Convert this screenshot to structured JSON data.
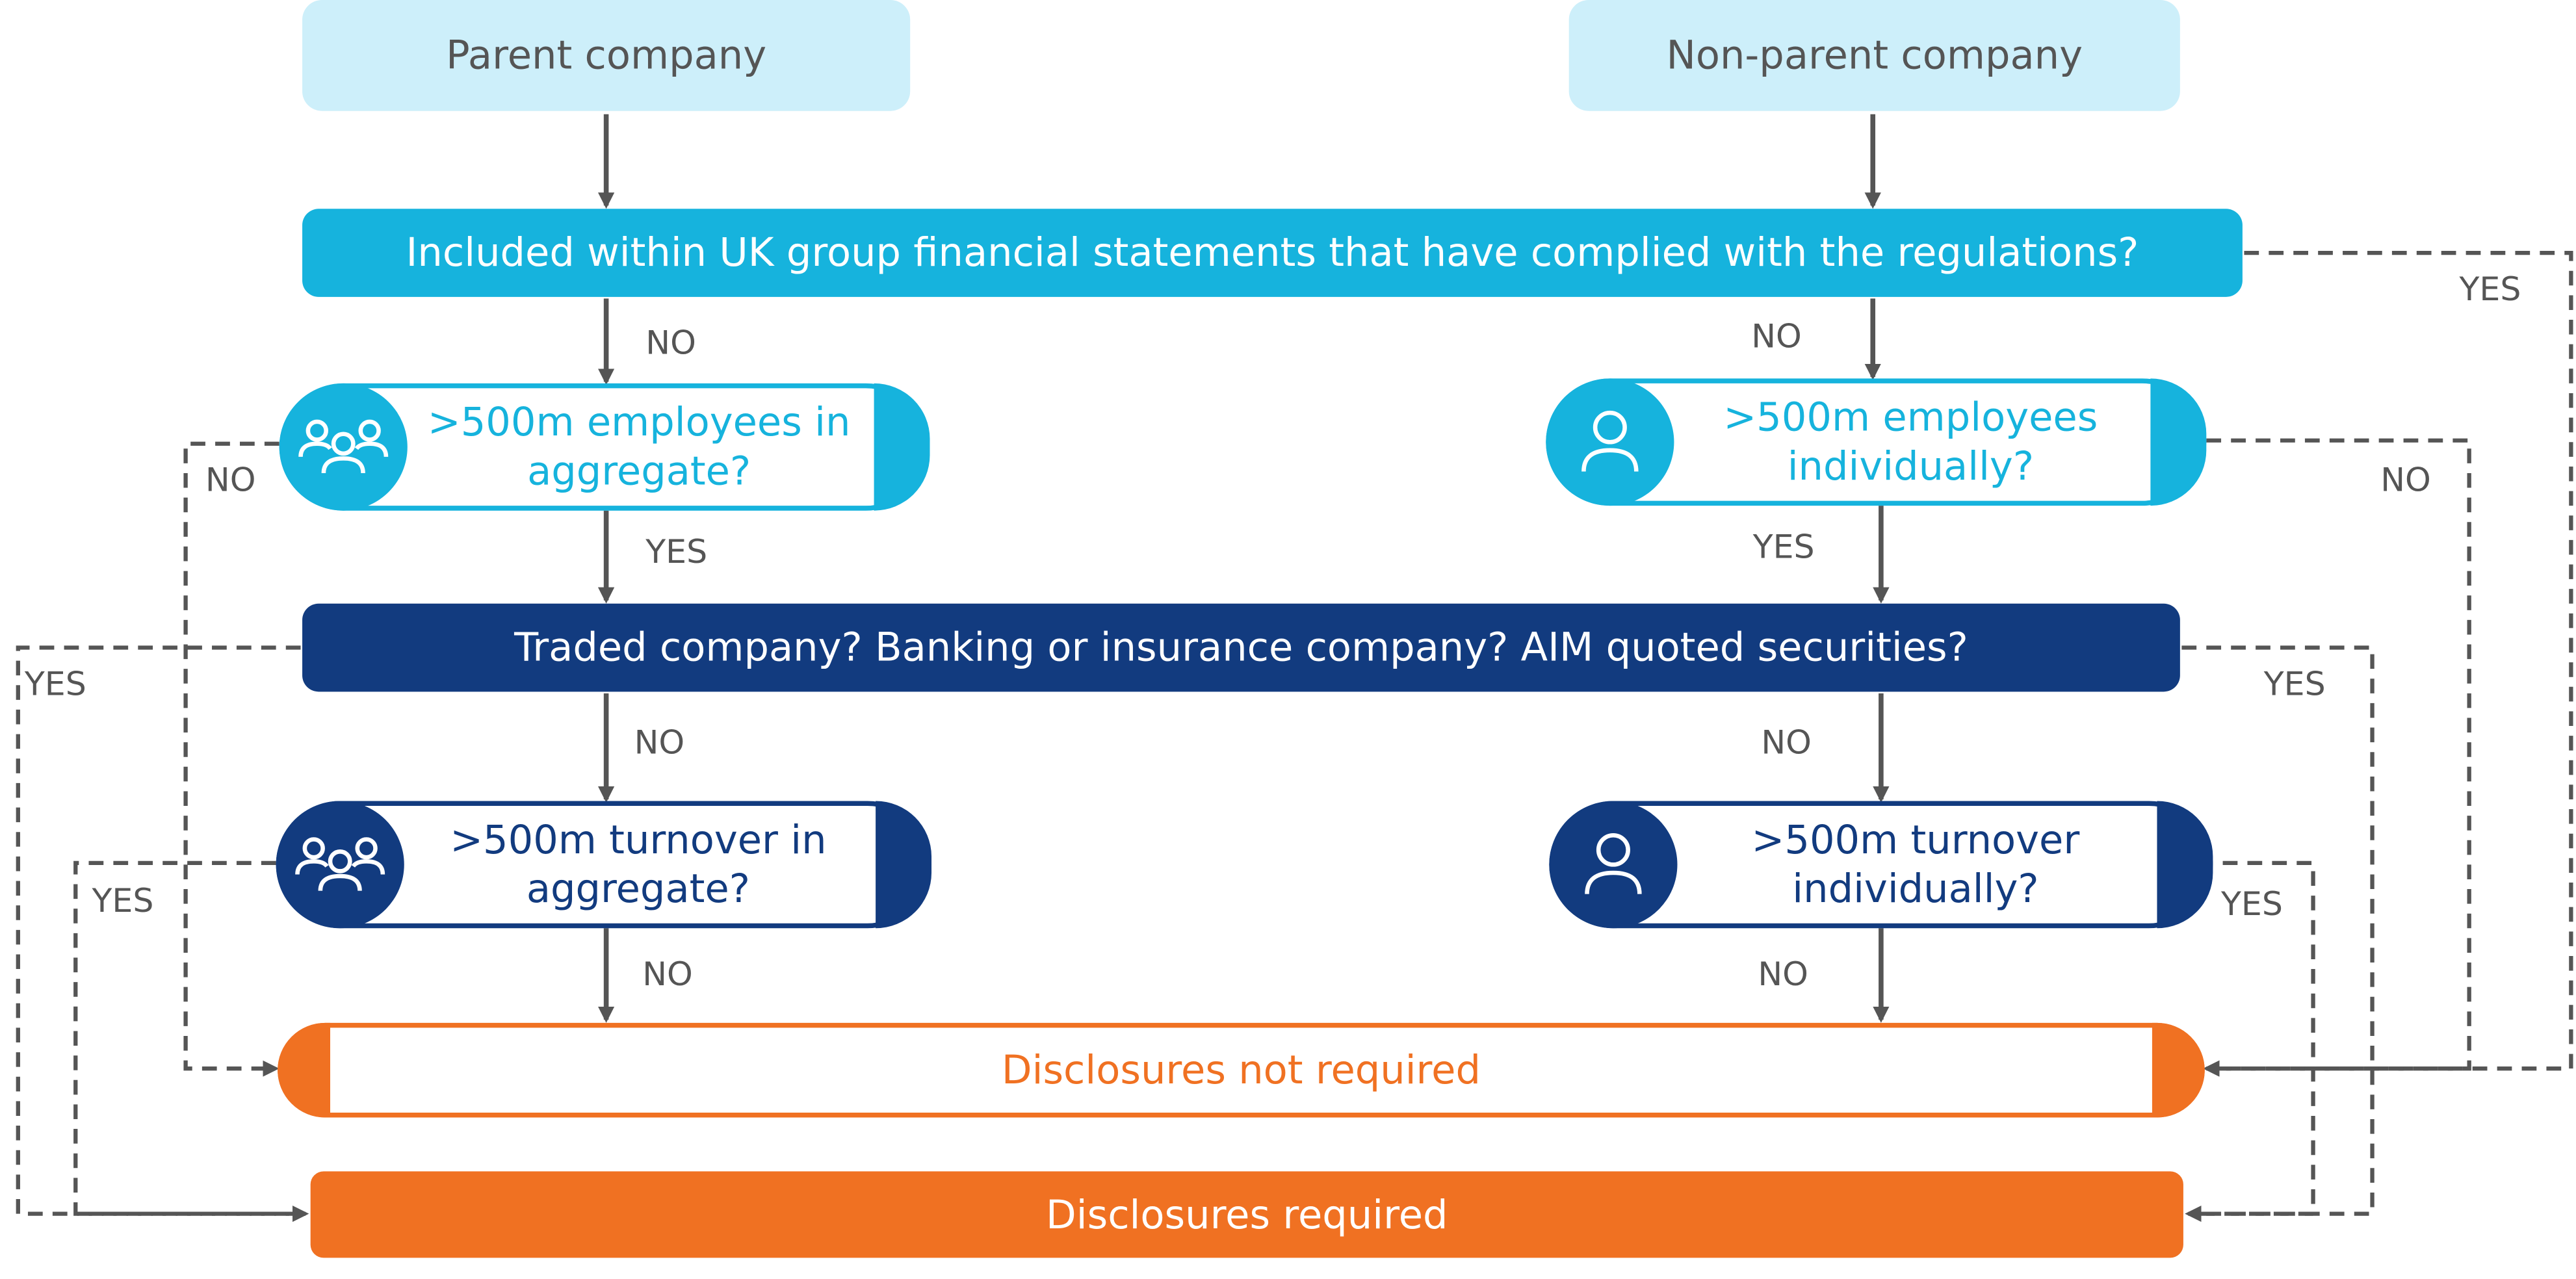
{
  "start": {
    "parent": "Parent company",
    "non_parent": "Non-parent company"
  },
  "q_group": "Included within UK group financial statements that have complied with the regulations?",
  "q_employees_aggregate": ">500m employees in aggregate?",
  "q_employees_individual": ">500m employees individually?",
  "q_traded": "Traded company? Banking or insurance company? AIM quoted securities?",
  "q_turnover_aggregate": ">500m turnover in aggregate?",
  "q_turnover_individual": ">500m turnover individually?",
  "outcome_not_required": "Disclosures not required",
  "outcome_required": "Disclosures required",
  "labels": {
    "yes": "YES",
    "no": "NO"
  },
  "icons": {
    "group": "group-of-people-icon",
    "person": "single-person-icon"
  },
  "colors": {
    "start_fill": "#cdeffa",
    "cyan": "#16b3dd",
    "navy": "#123b7f",
    "orange": "#f07122",
    "connector": "#555555"
  }
}
